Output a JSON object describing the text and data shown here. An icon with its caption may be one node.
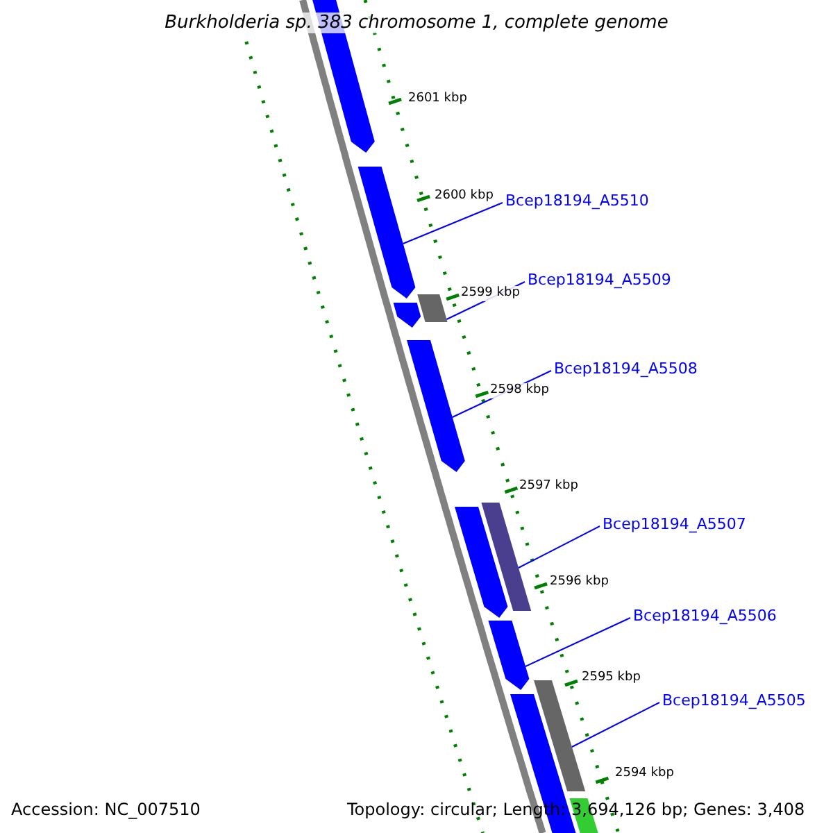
{
  "diagram": {
    "title": "Burkholderia sp. 383 chromosome 1, complete genome",
    "nodes": [
      {
        "text": [
          "Bcep18194_A5510"
        ]
      },
      {
        "text": [
          "Bcep18194_A5509"
        ]
      },
      {
        "text": [
          "Bcep18194_A5508"
        ]
      },
      {
        "text": [
          "Bcep18194_A5507"
        ]
      },
      {
        "text": [
          "Bcep18194_A5506"
        ]
      },
      {
        "text": [
          "Bcep18194_A5505"
        ]
      },
      {
        "text": [],
        "shape": "bar"
      },
      {
        "text": [],
        "shape": "bar"
      },
      {
        "text": [],
        "shape": "bar"
      },
      {
        "text": [],
        "shape": "bar"
      },
      {
        "text": [],
        "shape": "bar"
      },
      {
        "text": [],
        "shape": "bar"
      },
      {
        "text": [],
        "shape": "bar"
      },
      {
        "text": [],
        "shape": "bar"
      },
      {
        "text": [],
        "shape": "bar"
      },
      {
        "text": [],
        "shape": "bar"
      },
      {
        "text": [],
        "shape": "bar"
      }
    ],
    "edges": [
      {
        "from": 0,
        "to": 7,
        "arrow": "none"
      },
      {
        "from": 1,
        "to": 8,
        "arrow": "none"
      },
      {
        "from": 2,
        "to": 10,
        "arrow": "none"
      },
      {
        "from": 3,
        "to": 11,
        "arrow": "none"
      },
      {
        "from": 4,
        "to": 13,
        "arrow": "none"
      },
      {
        "from": 5,
        "to": 14,
        "arrow": "none"
      }
    ],
    "labels": [
      "2601 kbp",
      "2600 kbp",
      "2599 kbp",
      "2598 kbp",
      "2597 kbp",
      "2596 kbp",
      "2595 kbp",
      "2594 kbp",
      "Accession: NC_007510",
      "Topology: circular; Length: 3,694,126 bp; Genes: 3,408"
    ]
  }
}
